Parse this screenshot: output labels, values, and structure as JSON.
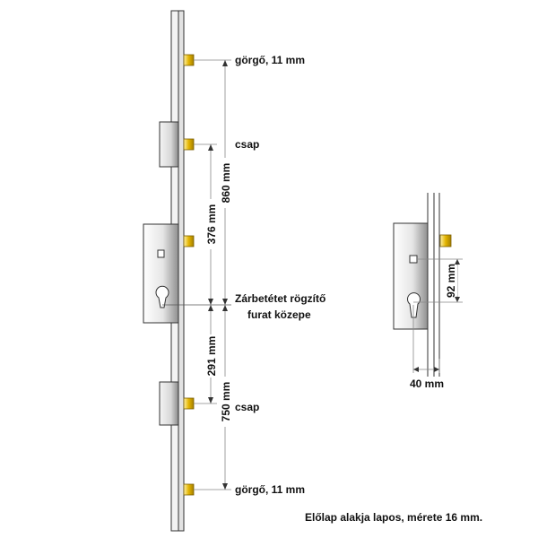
{
  "labels": {
    "roller_top": "görgő, 11 mm",
    "pin_top": "csap",
    "cylinder_center_line1": "Zárbetétet rögzítő",
    "cylinder_center_line2": "furat közepe",
    "pin_bottom": "csap",
    "roller_bottom": "görgő, 11 mm",
    "faceplate_note": "Előlap alakja lapos, mérete 16 mm."
  },
  "dimensions": {
    "top_total": "860 mm",
    "top_pin": "376 mm",
    "bottom_pin": "291 mm",
    "bottom_total": "750 mm",
    "backset": "40 mm",
    "center_distance": "92 mm"
  },
  "colors": {
    "bolt": "#e3b400",
    "bolt_dark": "#a57f00",
    "gearbox_light": "#eeeeee",
    "gearbox_dark": "#8a8a8a",
    "faceplate": "#e6e6e6",
    "line": "#222222",
    "dimension_line": "#888888"
  }
}
